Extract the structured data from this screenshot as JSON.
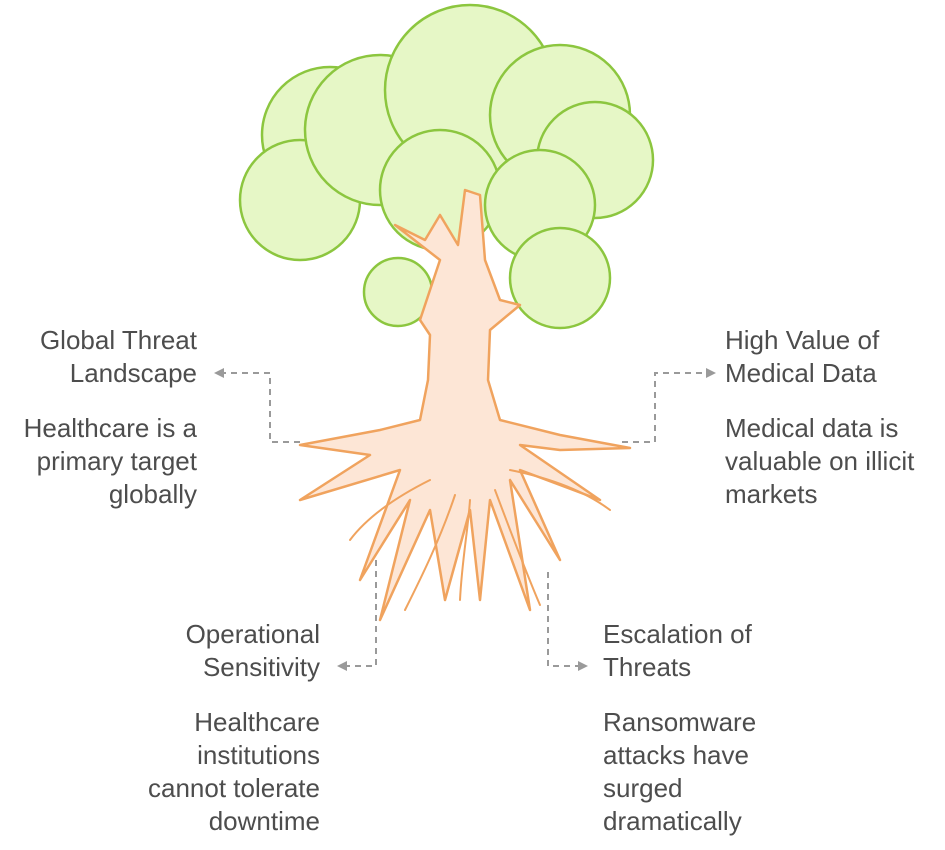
{
  "colors": {
    "canopy_fill": "#e6f7c6",
    "canopy_stroke": "#8cc63f",
    "trunk_fill": "#fde6d6",
    "trunk_stroke": "#f0a35e",
    "connector": "#9a9a9a",
    "text": "#4d4d4d"
  },
  "nodes": [
    {
      "id": "global-threat",
      "title_lines": [
        "Global Threat",
        "Landscape"
      ],
      "desc_lines": [
        "Healthcare is a",
        "primary target",
        "globally"
      ]
    },
    {
      "id": "high-value",
      "title_lines": [
        "High Value of",
        "Medical Data"
      ],
      "desc_lines": [
        "Medical data is",
        "valuable on illicit",
        "markets"
      ]
    },
    {
      "id": "operational",
      "title_lines": [
        "Operational",
        "Sensitivity"
      ],
      "desc_lines": [
        "Healthcare",
        "institutions",
        "cannot tolerate",
        "downtime"
      ]
    },
    {
      "id": "escalation",
      "title_lines": [
        "Escalation of",
        "Threats"
      ],
      "desc_lines": [
        "Ransomware",
        "attacks have",
        "surged",
        "dramatically"
      ]
    }
  ]
}
